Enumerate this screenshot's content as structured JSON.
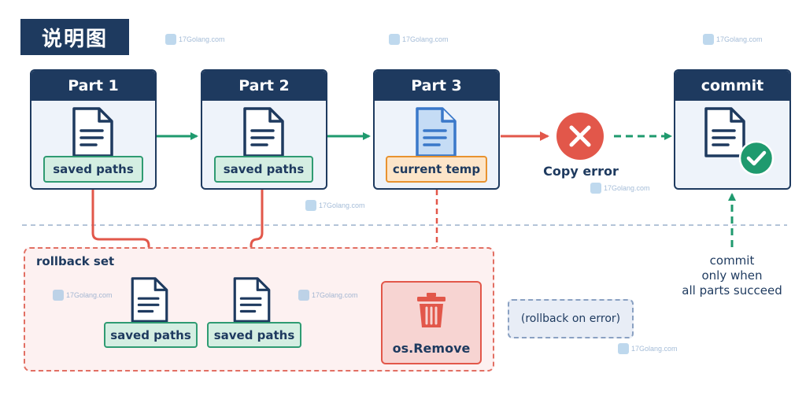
{
  "title": "说明图",
  "parts": [
    {
      "header": "Part 1",
      "tag": "saved paths"
    },
    {
      "header": "Part 2",
      "tag": "saved paths"
    },
    {
      "header": "Part 3",
      "tag": "current temp"
    }
  ],
  "copy_error": "Copy error",
  "commit": {
    "header": "commit"
  },
  "commit_note": [
    "commit",
    "only when",
    "all parts succeed"
  ],
  "rollback": {
    "label": "rollback set",
    "items": [
      "saved paths",
      "saved paths"
    ],
    "remove_label": "os.Remove"
  },
  "note": "(rollback on error)",
  "watermark": "17Golang.com",
  "colors": {
    "navy": "#1e3a5f",
    "green": "#2f9b72",
    "red": "#e2574a",
    "orange": "#e8922f",
    "commit_green": "#1f9a6e"
  },
  "icons": [
    "document-icon",
    "error-x-icon",
    "checkmark-icon",
    "trash-icon"
  ]
}
